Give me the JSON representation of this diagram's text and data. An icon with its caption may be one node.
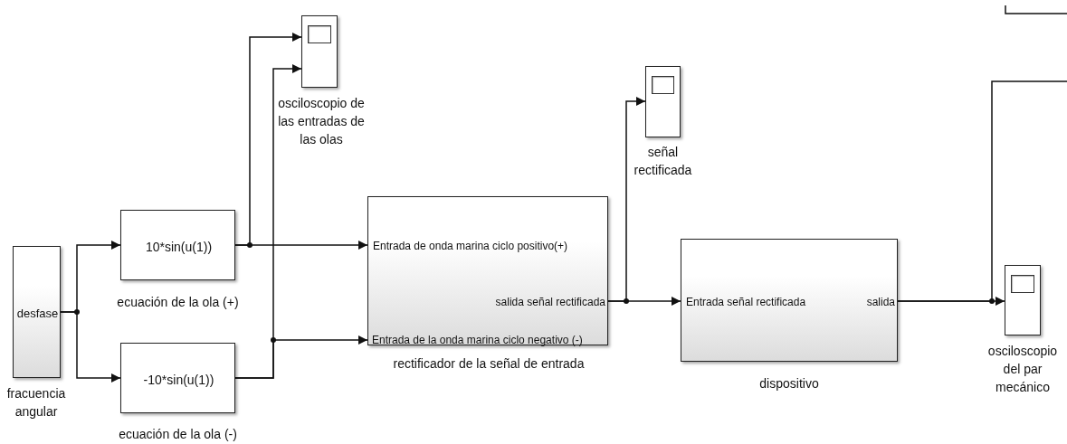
{
  "diagram": {
    "nodes": [
      {
        "text": [
          "desfase",
          "fracuencia angular"
        ]
      },
      {
        "text": [
          "10*sin(u(1))",
          "ecuación de la ola (+)"
        ]
      },
      {
        "text": [
          "-10*sin(u(1))",
          "ecuación de la ola (-)"
        ]
      },
      {
        "text": [
          "osciloscopio de las entradas de las olas"
        ]
      },
      {
        "text": [
          "Entrada de onda marina ciclo positivo(+)",
          "salida señal rectificada",
          "Entrada de la onda marina ciclo negativo (-)",
          "rectificador de la señal de entrada"
        ]
      },
      {
        "text": [
          "señal rectificada"
        ]
      },
      {
        "text": [
          "Entrada señal rectificada",
          "salida",
          "dispositivo"
        ]
      },
      {
        "text": [
          "osciloscopio del par mecánico"
        ]
      }
    ],
    "edges": [
      {
        "from": 0,
        "to": 1,
        "arrow": "to"
      },
      {
        "from": 0,
        "to": 2,
        "arrow": "to"
      },
      {
        "from": 1,
        "to": 3,
        "arrow": "to"
      },
      {
        "from": 1,
        "to": 4,
        "arrow": "to"
      },
      {
        "from": 2,
        "to": 3,
        "arrow": "to"
      },
      {
        "from": 2,
        "to": 4,
        "arrow": "to"
      },
      {
        "from": 4,
        "to": 5,
        "arrow": "to"
      },
      {
        "from": 4,
        "to": 6,
        "arrow": "to"
      },
      {
        "from": 6,
        "to": 7,
        "arrow": "to"
      },
      {
        "from": 6,
        "to": null,
        "arrow": "none"
      }
    ]
  }
}
